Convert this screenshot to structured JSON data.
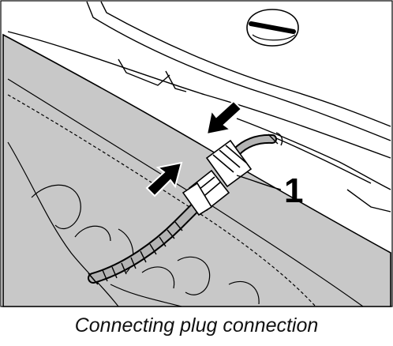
{
  "figure": {
    "callout_number": "1",
    "caption": "Connecting plug connection",
    "colors": {
      "panel_fill": "#c8c8c8",
      "line": "#000000",
      "background": "#ffffff",
      "caption_text": "#111111"
    }
  },
  "icons": {
    "arrow_upper": "push-arrow-down-left",
    "arrow_lower": "push-arrow-up-right",
    "screw": "slotted-screw-head"
  }
}
